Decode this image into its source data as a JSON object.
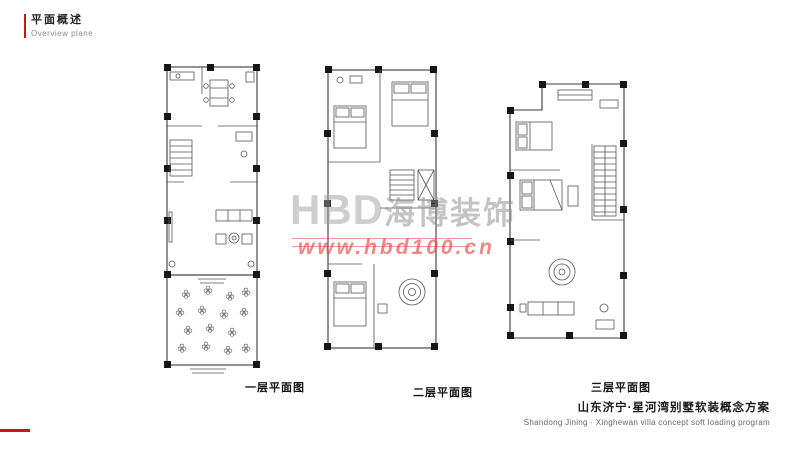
{
  "header": {
    "title_cn": "平面概述",
    "title_en": "Overview plane"
  },
  "plans": [
    {
      "label": "一层平面图"
    },
    {
      "label": "二层平面图"
    },
    {
      "label": "三层平面图"
    }
  ],
  "watermark": {
    "brand_latin": "HBD",
    "brand_cn": "海博装饰",
    "url": "www.hbd100.cn"
  },
  "footer": {
    "title_cn": "山东济宁·星河湾别墅软装概念方案",
    "title_en": "Shandong Jining · Xinghewan villa concept soft loading program"
  },
  "colors": {
    "accent_red": "#c8161d",
    "watermark_gray": "#b5b5b5",
    "watermark_red": "#e04a45"
  }
}
